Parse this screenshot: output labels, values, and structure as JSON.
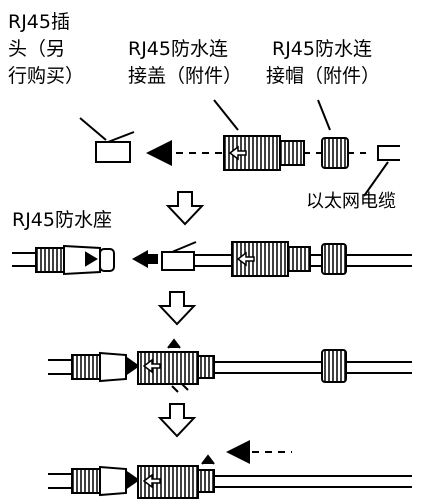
{
  "labels": {
    "rj45_plug_line1": "RJ45插",
    "rj45_plug_line2": "头（另",
    "rj45_plug_line3": "行购买）",
    "waterproof_cover_line1": "RJ45防水连",
    "waterproof_cover_line2": "接盖（附件）",
    "waterproof_cap_line1": "RJ45防水连",
    "waterproof_cap_line2": "接帽（附件）",
    "ethernet_cable": "以太网电缆",
    "waterproof_socket": "RJ45防水座"
  },
  "colors": {
    "ink": "#000000",
    "background": "#ffffff"
  }
}
